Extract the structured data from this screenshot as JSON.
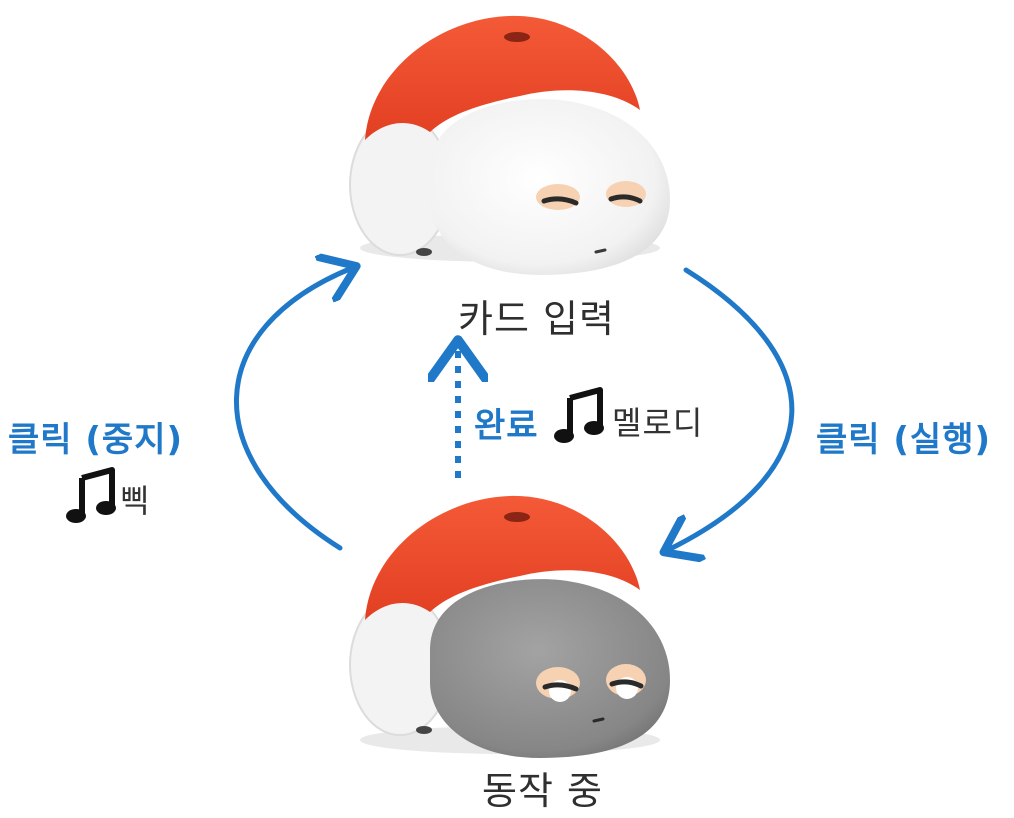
{
  "states": {
    "top": {
      "label": "카드 입력",
      "body_color": "#f4f4f4"
    },
    "bottom": {
      "label": "동작 중",
      "body_color": "#8c8c8c"
    }
  },
  "transitions": {
    "left": {
      "action": "클릭 (중지)",
      "sound": "삑",
      "sound_icon": "music-note-icon"
    },
    "center": {
      "action": "완료",
      "sound": "멜로디",
      "sound_icon": "music-note-icon",
      "style": "dotted"
    },
    "right": {
      "action": "클릭 (실행)"
    }
  },
  "colors": {
    "arrow": "#1f78c8",
    "shell": "#f0492a",
    "shell_shadow": "#c9361d",
    "eye_patch": "#f6d2b3"
  }
}
